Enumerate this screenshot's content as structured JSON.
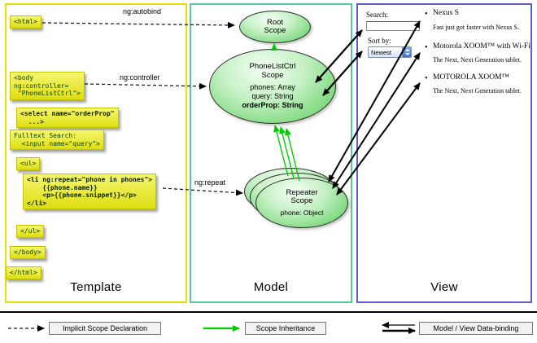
{
  "columns": {
    "template": "Template",
    "model": "Model",
    "view": "View"
  },
  "template": {
    "html_open": "<html>",
    "body_open": "<body\nng:controller=\n \"PhoneListCtrl\">",
    "select": "<select name=\"orderProp\"\n  ...>",
    "fulltext": "Fulltext Search:\n  <input name=\"query\">",
    "ul_open": "<ul>",
    "li_repeat": "<li ng:repeat=\"phone in phones\">\n    {{phone.name}}\n    <p>{{phone.snippet}}</p>\n</li>",
    "ul_close": "</ul>",
    "body_close": "</body>",
    "html_close": "</html>"
  },
  "arrow_labels": {
    "autobind": "ng:autobind",
    "controller": "ng:controller",
    "repeat": "ng:repeat"
  },
  "model": {
    "root_scope_title": "Root\nScope",
    "phonelist": {
      "title": "PhoneListCtrl\nScope",
      "prop_phones": "phones: Array",
      "prop_query": "query: String",
      "prop_orderprop": "orderProp: String"
    },
    "repeater": {
      "title": "Repeater\nScope",
      "prop_phone": "phone: Object"
    }
  },
  "view": {
    "search_label": "Search:",
    "sort_label": "Sort by:",
    "sort_value": "Newest",
    "bullet": "•",
    "items": [
      {
        "title": "Nexus S",
        "desc": "Fast just got faster with Nexus S."
      },
      {
        "title": "Motorola XOOM™ with Wi-Fi",
        "desc": "The Next, Next Generation tablet."
      },
      {
        "title": "MOTOROLA XOOM™",
        "desc": "The Next, Next Generation tablet."
      }
    ]
  },
  "legend": {
    "implicit": "Implicit Scope Declaration",
    "inheritance": "Scope Inheritance",
    "databinding": "Model / View Data-binding"
  }
}
